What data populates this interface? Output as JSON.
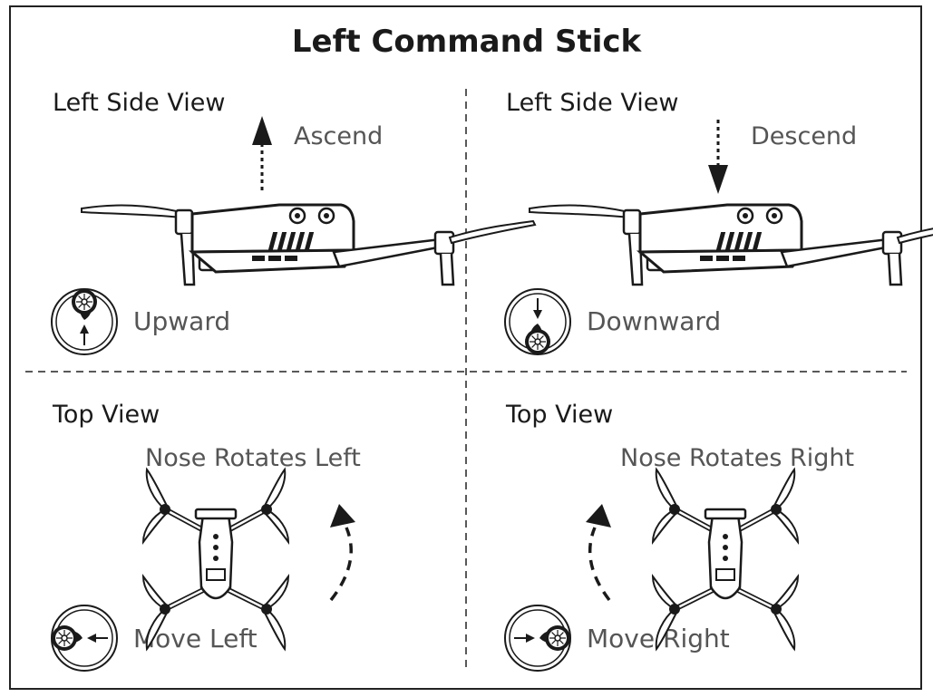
{
  "title": "Left Command Stick",
  "panels": [
    {
      "view": "Left Side View",
      "action": "Ascend",
      "stick": "Upward"
    },
    {
      "view": "Left Side View",
      "action": "Descend",
      "stick": "Downward"
    },
    {
      "view": "Top View",
      "action": "Nose Rotates Left",
      "stick": "Move Left"
    },
    {
      "view": "Top View",
      "action": "Nose Rotates Right",
      "stick": "Move Right"
    }
  ],
  "colors": {
    "ink": "#1a1a1a",
    "label": "#555555"
  },
  "icons": [
    "drone-side-icon",
    "drone-top-icon",
    "stick-icon",
    "arrow-icon"
  ]
}
